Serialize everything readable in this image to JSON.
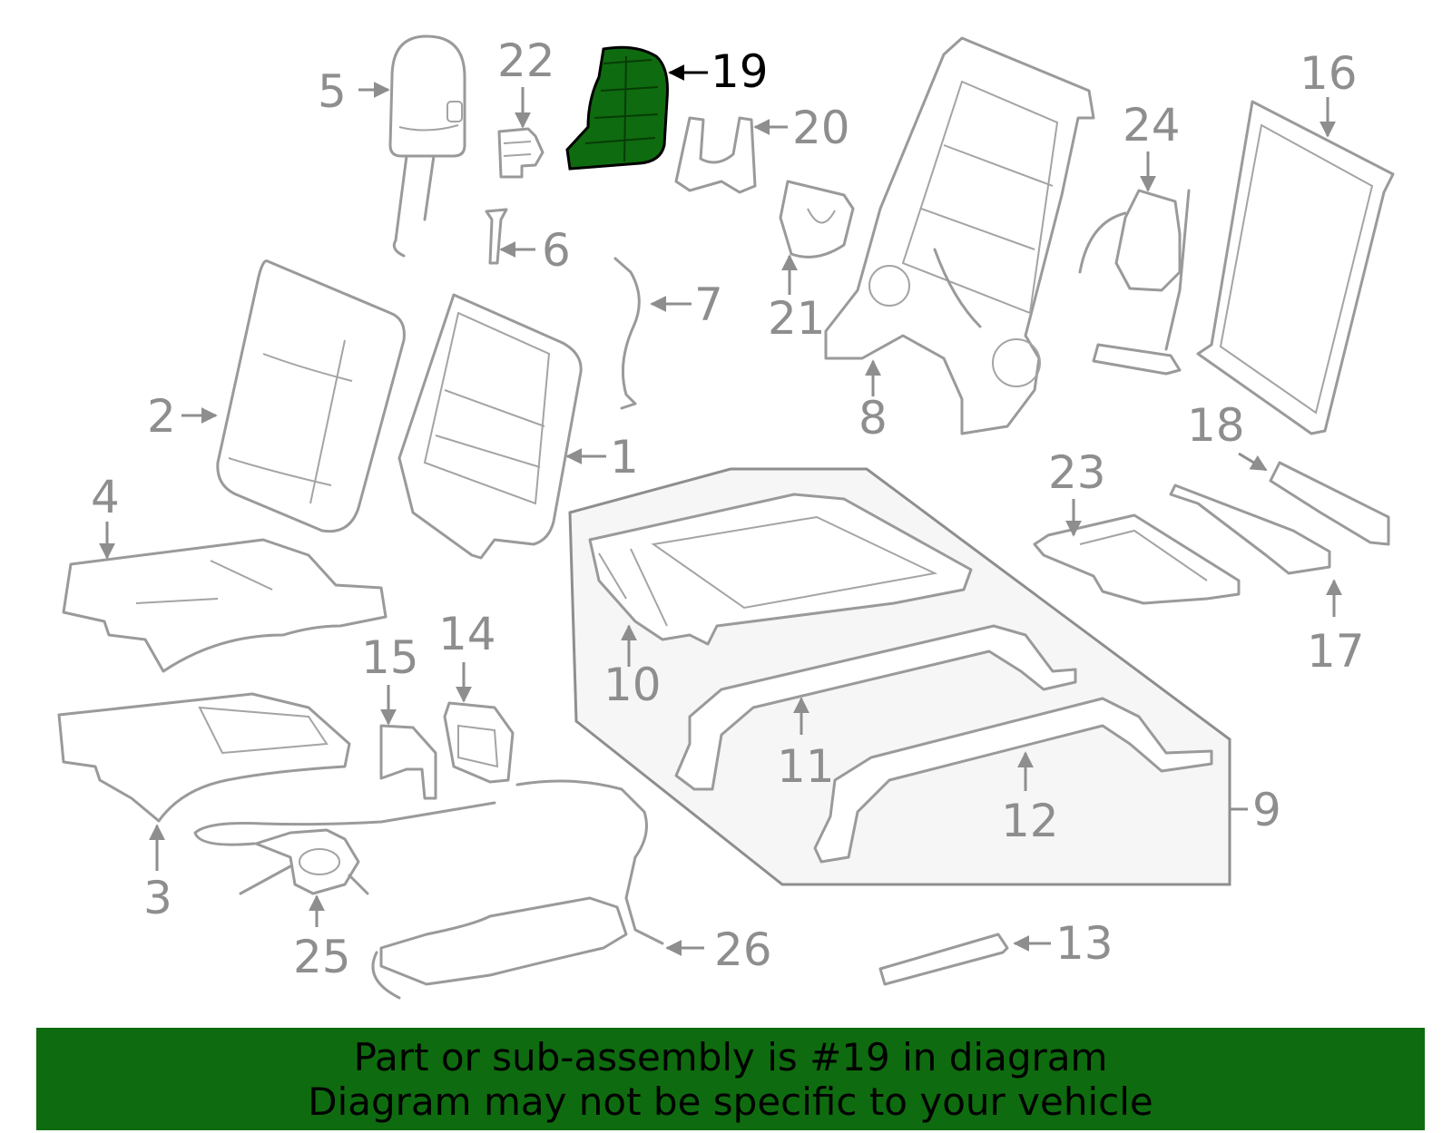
{
  "colors": {
    "highlight": "#0f6b0f",
    "line": "#9a9a9a",
    "label": "#8e8e8e"
  },
  "highlighted_part": "19",
  "callouts": {
    "c1": "1",
    "c2": "2",
    "c3": "3",
    "c4": "4",
    "c5": "5",
    "c6": "6",
    "c7": "7",
    "c8": "8",
    "c9": "9",
    "c10": "10",
    "c11": "11",
    "c12": "12",
    "c13": "13",
    "c14": "14",
    "c15": "15",
    "c16": "16",
    "c17": "17",
    "c18": "18",
    "c19": "19",
    "c20": "20",
    "c21": "21",
    "c22": "22",
    "c23": "23",
    "c24": "24",
    "c25": "25",
    "c26": "26"
  },
  "banner": {
    "line1": "Part or sub-assembly is #19 in diagram",
    "line2": "Diagram may not be specific to your vehicle"
  }
}
